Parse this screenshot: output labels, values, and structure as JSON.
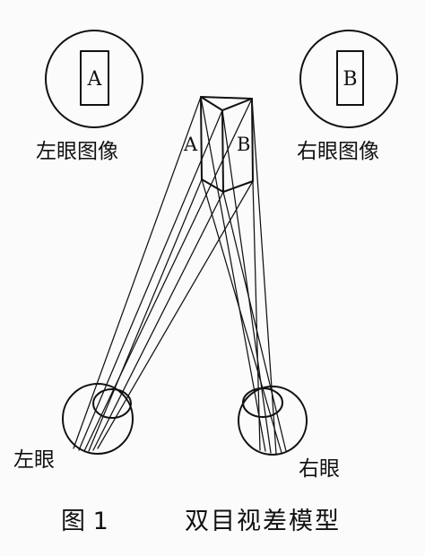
{
  "labels": {
    "image_a_letter": "A",
    "image_b_letter": "B",
    "left_eye_image": "左眼图像",
    "right_eye_image": "右眼图像",
    "prism_a": "A",
    "prism_b": "B",
    "left_eye": "左眼",
    "right_eye": "右眼"
  },
  "caption": {
    "figure_number": "图 1",
    "title": "双目视差模型"
  },
  "colors": {
    "ink": "#111111",
    "paper": "#fbfbfb"
  }
}
